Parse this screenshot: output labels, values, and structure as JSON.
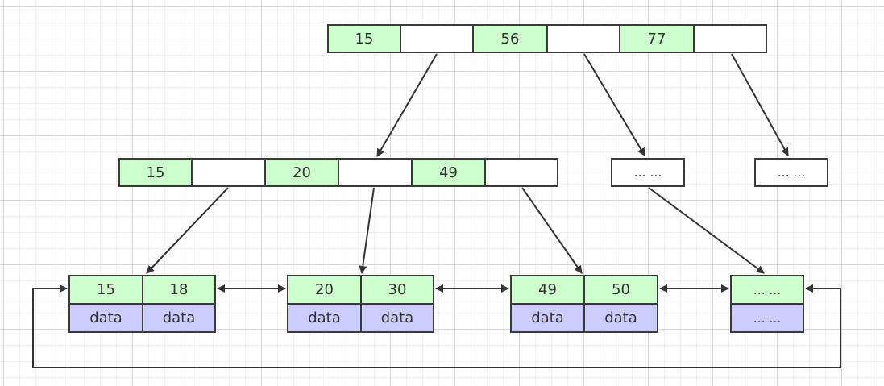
{
  "colors": {
    "key_fill": "#ccffcc",
    "data_fill": "#ccccff",
    "border": "#3a3a3a",
    "arrow": "#333333"
  },
  "root": {
    "keys": [
      "15",
      "56",
      "77"
    ]
  },
  "internal": {
    "keys": [
      "15",
      "20",
      "49"
    ]
  },
  "internal_placeholders": [
    "… …",
    "… …"
  ],
  "leaves": [
    {
      "keys": [
        "15",
        "18"
      ],
      "data": [
        "data",
        "data"
      ]
    },
    {
      "keys": [
        "20",
        "30"
      ],
      "data": [
        "data",
        "data"
      ]
    },
    {
      "keys": [
        "49",
        "50"
      ],
      "data": [
        "data",
        "data"
      ]
    },
    {
      "keys": [
        "… …"
      ],
      "data": [
        "… …"
      ]
    }
  ]
}
